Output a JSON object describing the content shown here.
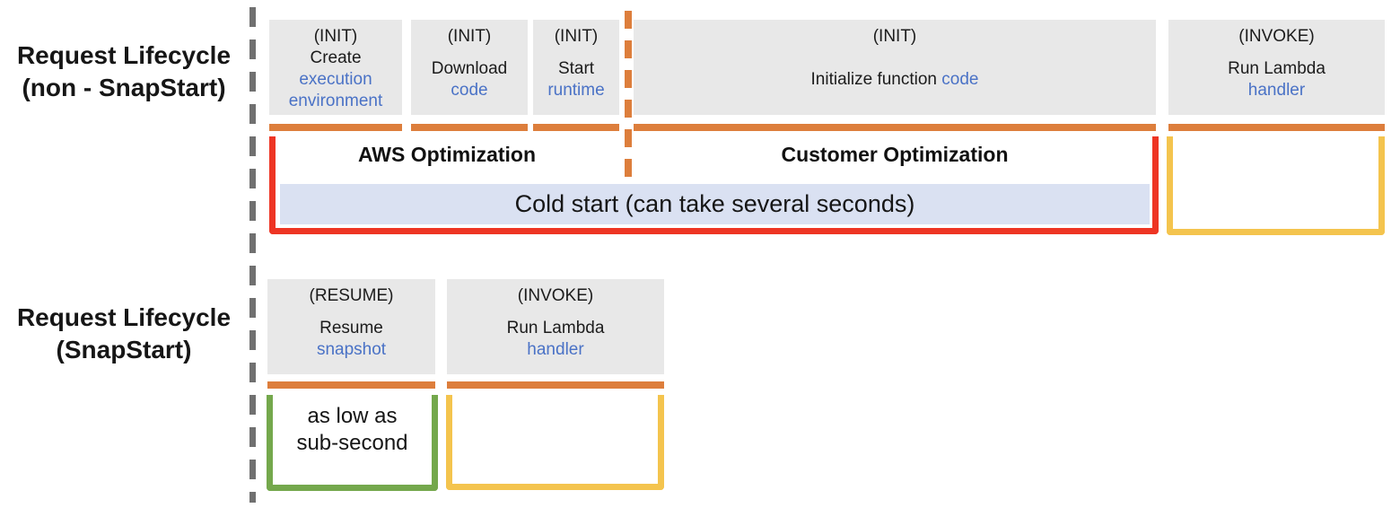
{
  "colors": {
    "box_bg": "#e8e8e8",
    "text_blue": "#4a72c6",
    "orange": "#dd7e3c",
    "red": "#ee3524",
    "yellow": "#f4c44e",
    "green": "#74a84c",
    "cold_bg": "#dae1f2",
    "divider_gray": "#707070"
  },
  "row_non_snapstart": {
    "label": {
      "line1": "Request Lifecycle",
      "line2": "(non - SnapStart)"
    },
    "steps": [
      {
        "phase": "(INIT)",
        "black": "Create",
        "blue": "execution\nenvironment"
      },
      {
        "phase": "(INIT)",
        "black": "Download",
        "blue": "code"
      },
      {
        "phase": "(INIT)",
        "black": "Start",
        "blue": "runtime"
      },
      {
        "phase": "(INIT)",
        "black": "Initialize function ",
        "blue": "code"
      },
      {
        "phase": "(INVOKE)",
        "black": "Run Lambda",
        "blue": "handler"
      }
    ],
    "annotations": {
      "aws_optimization": "AWS Optimization",
      "customer_optimization": "Customer Optimization",
      "cold_start": "Cold start (can take several seconds)"
    }
  },
  "row_snapstart": {
    "label": {
      "line1": "Request Lifecycle",
      "line2": "(SnapStart)"
    },
    "steps": [
      {
        "phase": "(RESUME)",
        "black": "Resume",
        "blue": "snapshot"
      },
      {
        "phase": "(INVOKE)",
        "black": "Run Lambda",
        "blue": "handler"
      }
    ],
    "annotations": {
      "latency": "as low as\nsub-second"
    }
  }
}
